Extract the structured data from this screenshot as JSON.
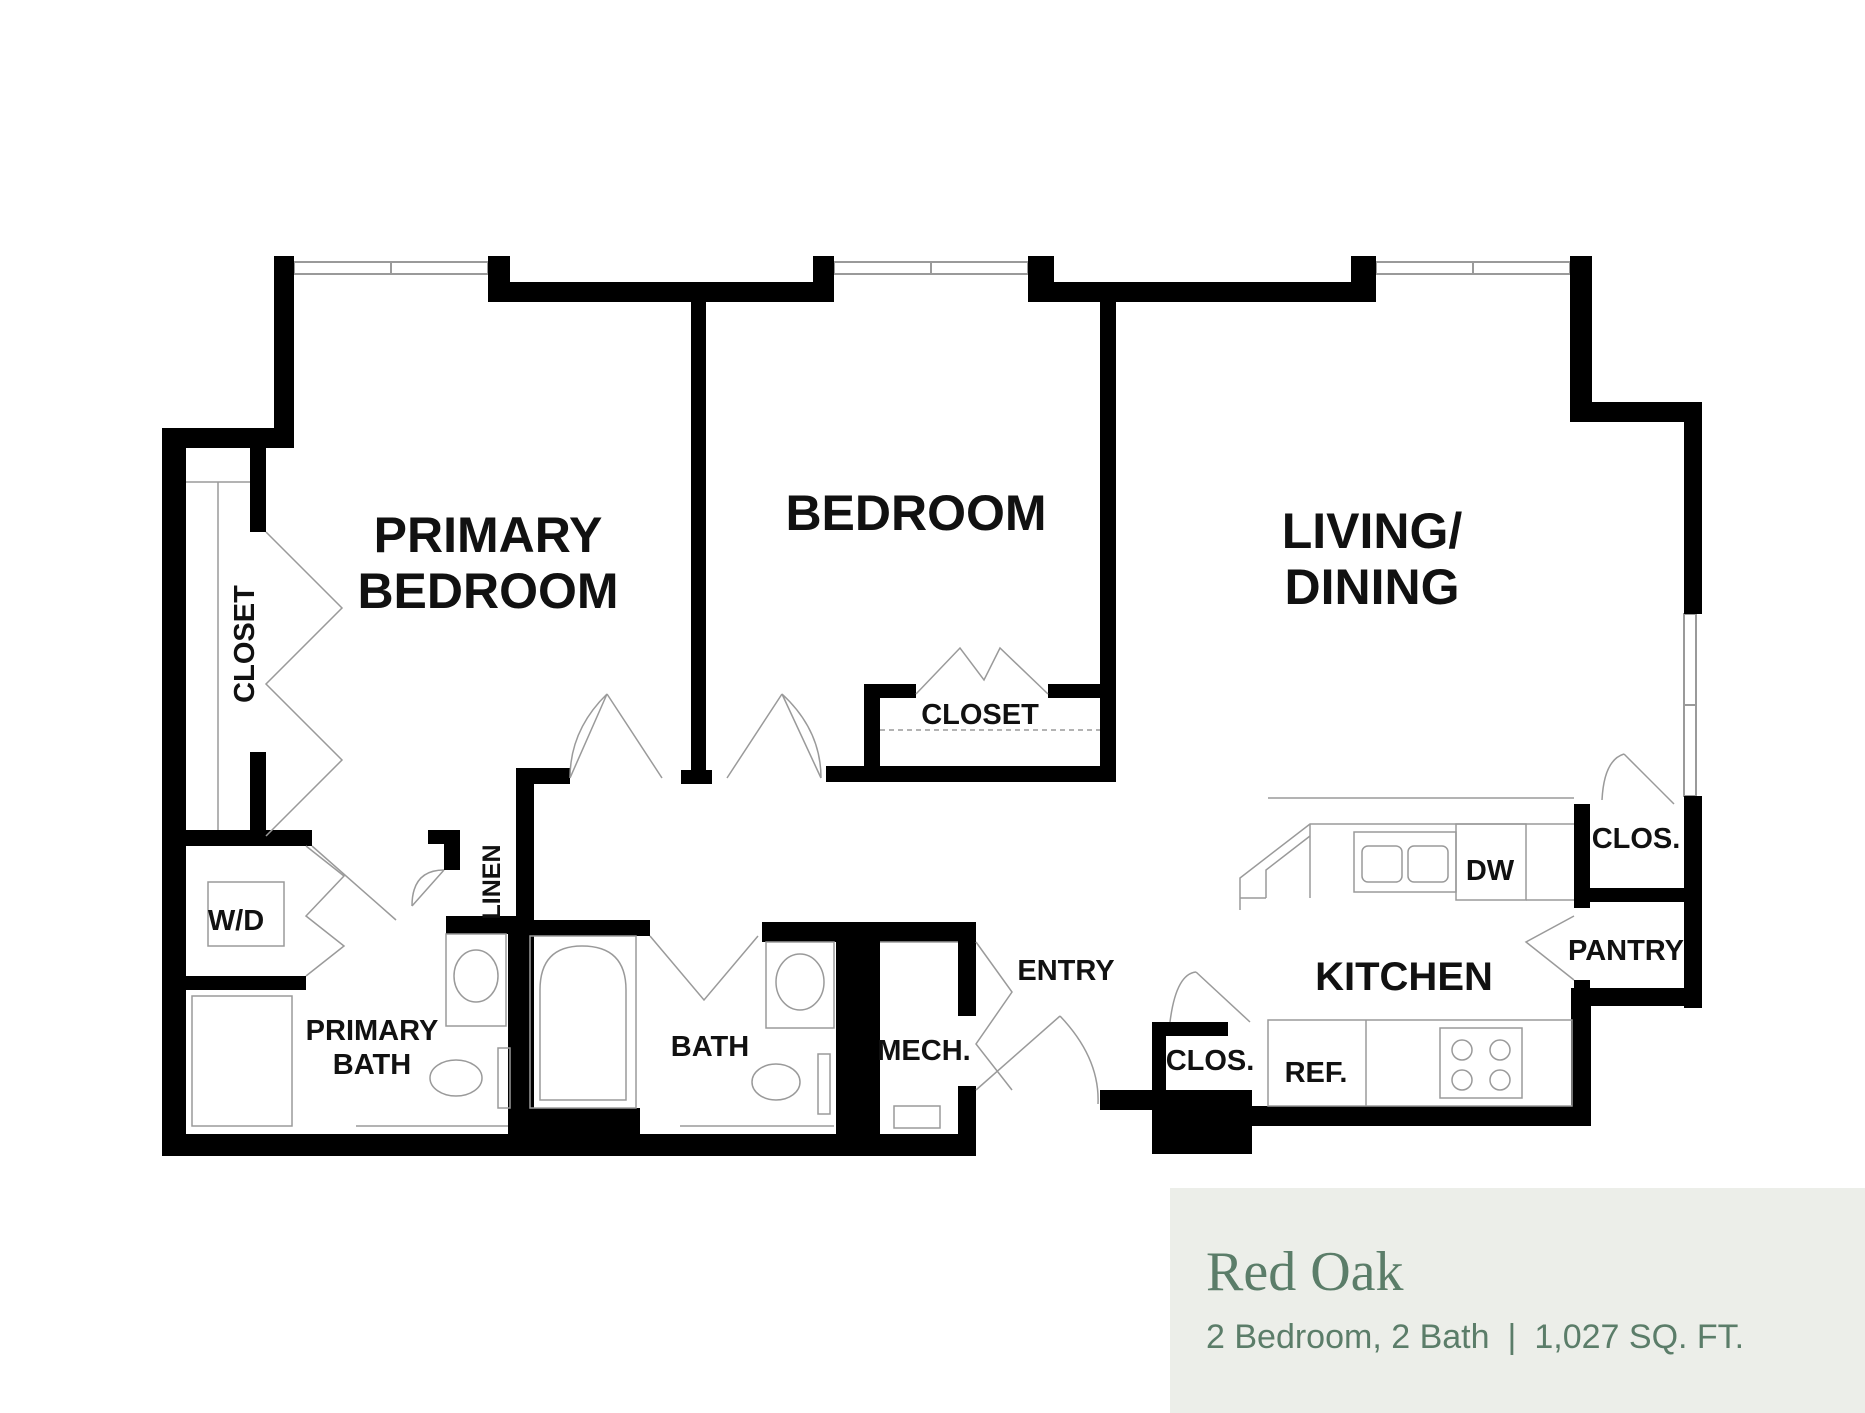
{
  "plan": {
    "rooms": {
      "primary_bedroom_line1": "PRIMARY",
      "primary_bedroom_line2": "BEDROOM",
      "bedroom": "BEDROOM",
      "living_line1": "LIVING/",
      "living_line2": "DINING",
      "closet_primary": "CLOSET",
      "closet_bedroom": "CLOSET",
      "linen": "LINEN",
      "wd": "W/D",
      "primary_bath_line1": "PRIMARY",
      "primary_bath_line2": "BATH",
      "bath": "BATH",
      "mech": "MECH.",
      "entry": "ENTRY",
      "clos_entry": "CLOS.",
      "ref": "REF.",
      "kitchen": "KITCHEN",
      "dw": "DW",
      "clos_living": "CLOS.",
      "pantry": "PANTRY"
    }
  },
  "info": {
    "name": "Red Oak",
    "beds_baths": "2 Bedroom, 2 Bath",
    "separator": "|",
    "area": "1,027 SQ. FT."
  },
  "colors": {
    "wall": "#000000",
    "fixture": "#9a9a9a",
    "info_bg": "#eceee9",
    "info_text": "#5b7d69"
  }
}
